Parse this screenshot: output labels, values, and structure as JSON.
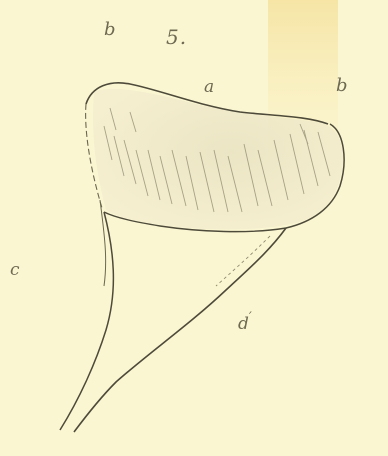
{
  "figure": {
    "number": "5.",
    "labels": {
      "b_top": "b",
      "a": "a",
      "b_right": "b",
      "c": "c",
      "d": "d",
      "d_prime": "′"
    }
  },
  "colors": {
    "paper": "#fbf6d2",
    "stain": "#f7e7a6",
    "ink": "#5d5a47"
  }
}
